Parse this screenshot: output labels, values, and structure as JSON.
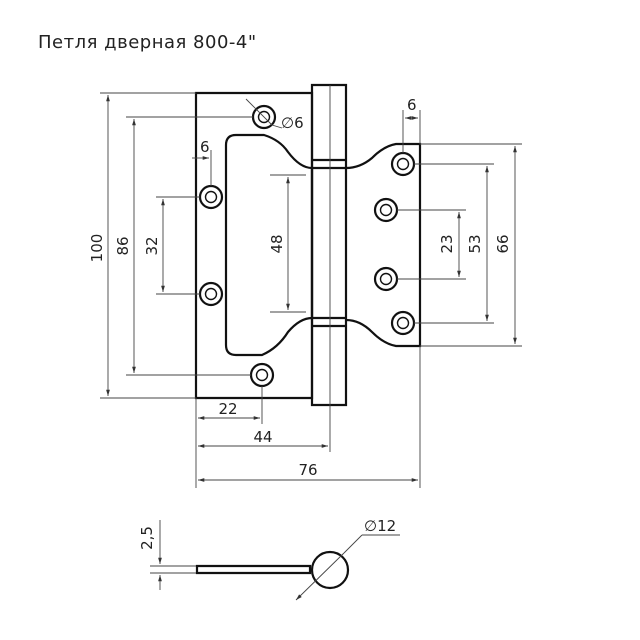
{
  "title": "Петля   дверная 800-4\"",
  "dimensions": {
    "height_total": "100",
    "hole_span_outer": "86",
    "hole_span_inner": "32",
    "cutout_height": "48",
    "right_hole_span_23": "23",
    "right_hole_span_53": "53",
    "right_leaf_height": "66",
    "hole_diameter": "∅6",
    "edge_offset_left": "6",
    "edge_offset_right": "6",
    "width_22": "22",
    "width_44": "44",
    "width_76": "76",
    "thickness": "2,5",
    "knuckle_diameter": "∅12"
  }
}
